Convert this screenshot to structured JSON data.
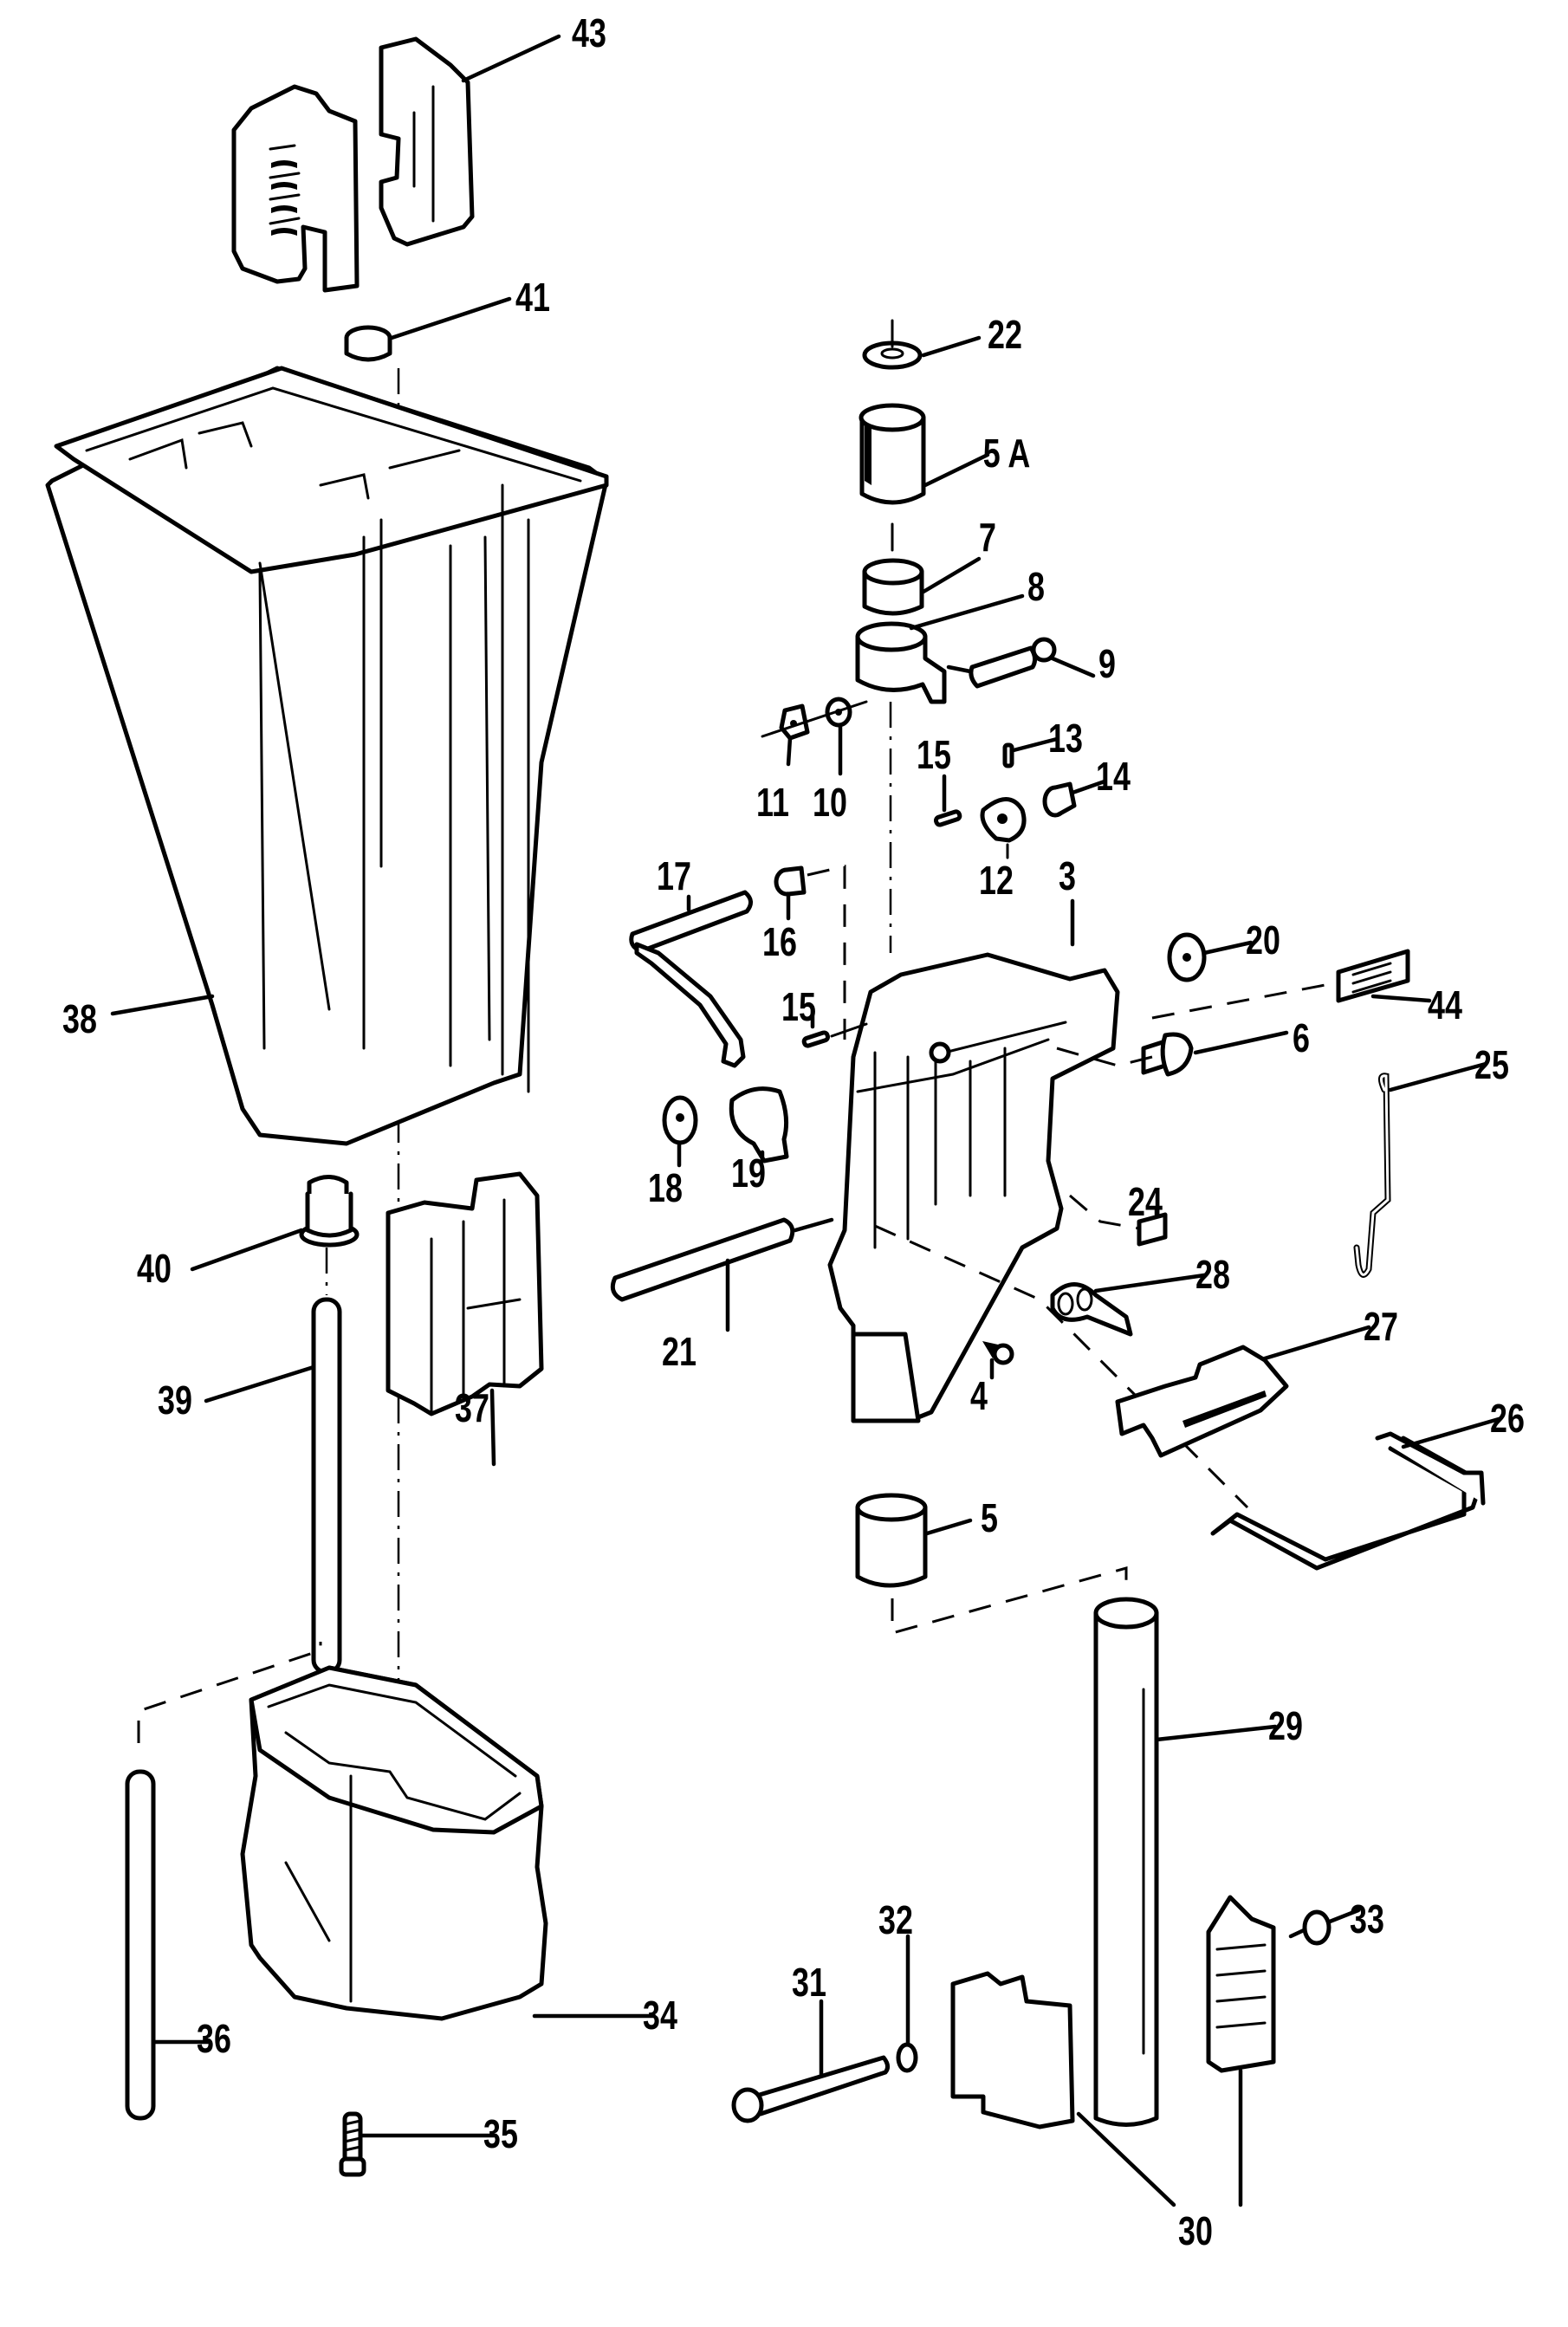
{
  "diagram": {
    "type": "exploded-parts-diagram",
    "subject": "outboard drive shaft housing and swivel bracket assembly",
    "callouts": [
      {
        "id": "c43",
        "text": "43",
        "part": "cowl-side-covers"
      },
      {
        "id": "c41",
        "text": "41",
        "part": "bushing-top"
      },
      {
        "id": "c22",
        "text": "22",
        "part": "washer-top"
      },
      {
        "id": "c5A",
        "text": "5 A",
        "part": "bushing-upper"
      },
      {
        "id": "c7",
        "text": "7",
        "part": "ring"
      },
      {
        "id": "c8",
        "text": "8",
        "part": "steering-clamp"
      },
      {
        "id": "c9",
        "text": "9",
        "part": "clamp-screw"
      },
      {
        "id": "c15a",
        "text": "15",
        "part": "pin-upper"
      },
      {
        "id": "c13",
        "text": "13",
        "part": "pin-small"
      },
      {
        "id": "c14",
        "text": "14",
        "part": "nut"
      },
      {
        "id": "c11",
        "text": "11",
        "part": "nut-hex"
      },
      {
        "id": "c10",
        "text": "10",
        "part": "washer-small"
      },
      {
        "id": "c12",
        "text": "12",
        "part": "knob"
      },
      {
        "id": "c3",
        "text": "3",
        "part": "swivel-bracket"
      },
      {
        "id": "c17",
        "text": "17",
        "part": "tilt-lever"
      },
      {
        "id": "c16",
        "text": "16",
        "part": "bushing-small"
      },
      {
        "id": "c20",
        "text": "20",
        "part": "washer-right"
      },
      {
        "id": "c44",
        "text": "44",
        "part": "decal"
      },
      {
        "id": "c6",
        "text": "6",
        "part": "bolt-hex"
      },
      {
        "id": "c25",
        "text": "25",
        "part": "spring-hook"
      },
      {
        "id": "c15b",
        "text": "15",
        "part": "pin-lower"
      },
      {
        "id": "c38",
        "text": "38",
        "part": "drive-shaft-housing"
      },
      {
        "id": "c18",
        "text": "18",
        "part": "washer-left"
      },
      {
        "id": "c19",
        "text": "19",
        "part": "cam"
      },
      {
        "id": "c24",
        "text": "24",
        "part": "plate"
      },
      {
        "id": "c28",
        "text": "28",
        "part": "spring"
      },
      {
        "id": "c21",
        "text": "21",
        "part": "tilt-pin"
      },
      {
        "id": "c40",
        "text": "40",
        "part": "grommet"
      },
      {
        "id": "c27",
        "text": "27",
        "part": "tilt-lock"
      },
      {
        "id": "c39",
        "text": "39",
        "part": "water-tube"
      },
      {
        "id": "c37",
        "text": "37",
        "part": "rubber-mount"
      },
      {
        "id": "c4",
        "text": "4",
        "part": "grease-fitting"
      },
      {
        "id": "c26",
        "text": "26",
        "part": "stern-bracket-lever"
      },
      {
        "id": "c5",
        "text": "5",
        "part": "bushing-lower"
      },
      {
        "id": "c29",
        "text": "29",
        "part": "steering-shaft"
      },
      {
        "id": "c33",
        "text": "33",
        "part": "nut-clamp"
      },
      {
        "id": "c32",
        "text": "32",
        "part": "washer-clamp"
      },
      {
        "id": "c31",
        "text": "31",
        "part": "clamp-bolt"
      },
      {
        "id": "c34",
        "text": "34",
        "part": "exhaust-housing"
      },
      {
        "id": "c36",
        "text": "36",
        "part": "tube-lower"
      },
      {
        "id": "c35",
        "text": "35",
        "part": "screw"
      },
      {
        "id": "c30",
        "text": "30",
        "part": "lower-mount-clamp"
      }
    ]
  }
}
